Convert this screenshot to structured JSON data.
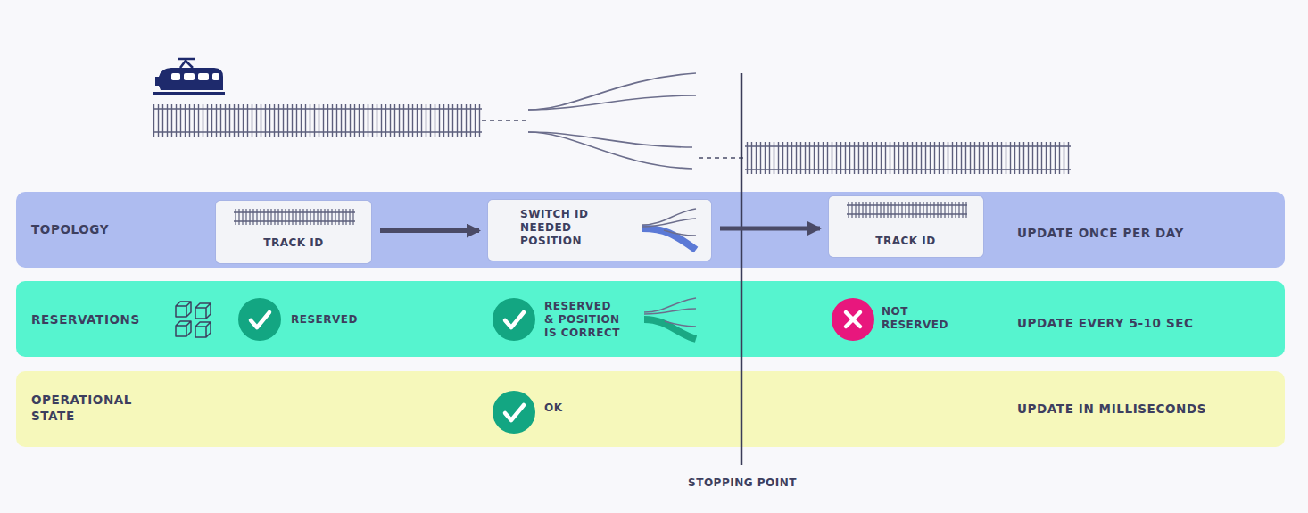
{
  "diagram": {
    "nodes": [
      {
        "text": [
          "TOPOLOGY",
          "UPDATE ONCE PER DAY"
        ]
      },
      {
        "text": [
          "TRACK ID"
        ],
        "in": 0
      },
      {
        "text": [
          "SWITCH ID NEEDED POSITION"
        ],
        "in": 0
      },
      {
        "text": [
          "TRACK ID"
        ],
        "in": 0
      },
      {
        "text": [
          "RESERVATIONS",
          "UPDATE EVERY 5-10 SEC"
        ]
      },
      {
        "text": [
          "OPERATIONAL STATE",
          "UPDATE IN MILLISECONDS"
        ]
      }
    ],
    "edges": [
      {
        "from": 1,
        "to": 2,
        "arrow": "to"
      },
      {
        "from": 2,
        "to": 3,
        "arrow": "to"
      }
    ],
    "labels": [
      "RESERVED",
      "RESERVED & POSITION IS CORRECT",
      "NOT RESERVED",
      "OK",
      "STOPPING POINT"
    ]
  }
}
